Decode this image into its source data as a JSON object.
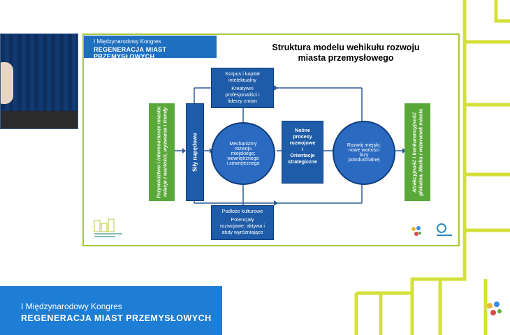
{
  "slide": {
    "header_line1": "I Międzynarodowy Kongres",
    "header_line2": "REGENERACJA MIAST PRZEMYSŁOWYCH",
    "title_line1": "Struktura modelu wehikułu rozwoju",
    "title_line2": "miasta przemysłowego",
    "top_box": [
      "Korpus i kapitał",
      "intelektualny",
      "Kreatywni",
      "profesjonaliści i",
      "liderzy zmian"
    ],
    "bottom_box": [
      "Podłoże kulturowe",
      "Potencjały",
      "rozwojowe: aktywa i",
      "atuty wyróżniające"
    ],
    "left_green": "Przywództwo i interesariusze miasta: relacje i wartości, wyzwania i trendy",
    "sily": "Siły napędowe",
    "circle_left": [
      "Mechanizmy",
      "rozwoju",
      "miejskiego;",
      "wewnętrznego",
      "i zewnętrznego"
    ],
    "center_box": [
      "Nośne",
      "procesy",
      "rozwojowe",
      "i",
      "Orientacje",
      "strategiczne"
    ],
    "circle_right": [
      "Rozwój miejski;",
      "nowe wartości",
      "fazy",
      "poindustrialnej"
    ],
    "right_green": "Atrakcyjność i konkurencyjność globalna. Marka i wizerunek miasta"
  },
  "banner": {
    "line1": "I Międzynarodowy Kongres",
    "line2": "REGENERACJA MIAST PRZEMYSŁOWYCH"
  },
  "colors": {
    "accent_blue": "#1e7dd4",
    "accent_green": "#a6c83a",
    "box_blue": "#1e5ba8"
  }
}
